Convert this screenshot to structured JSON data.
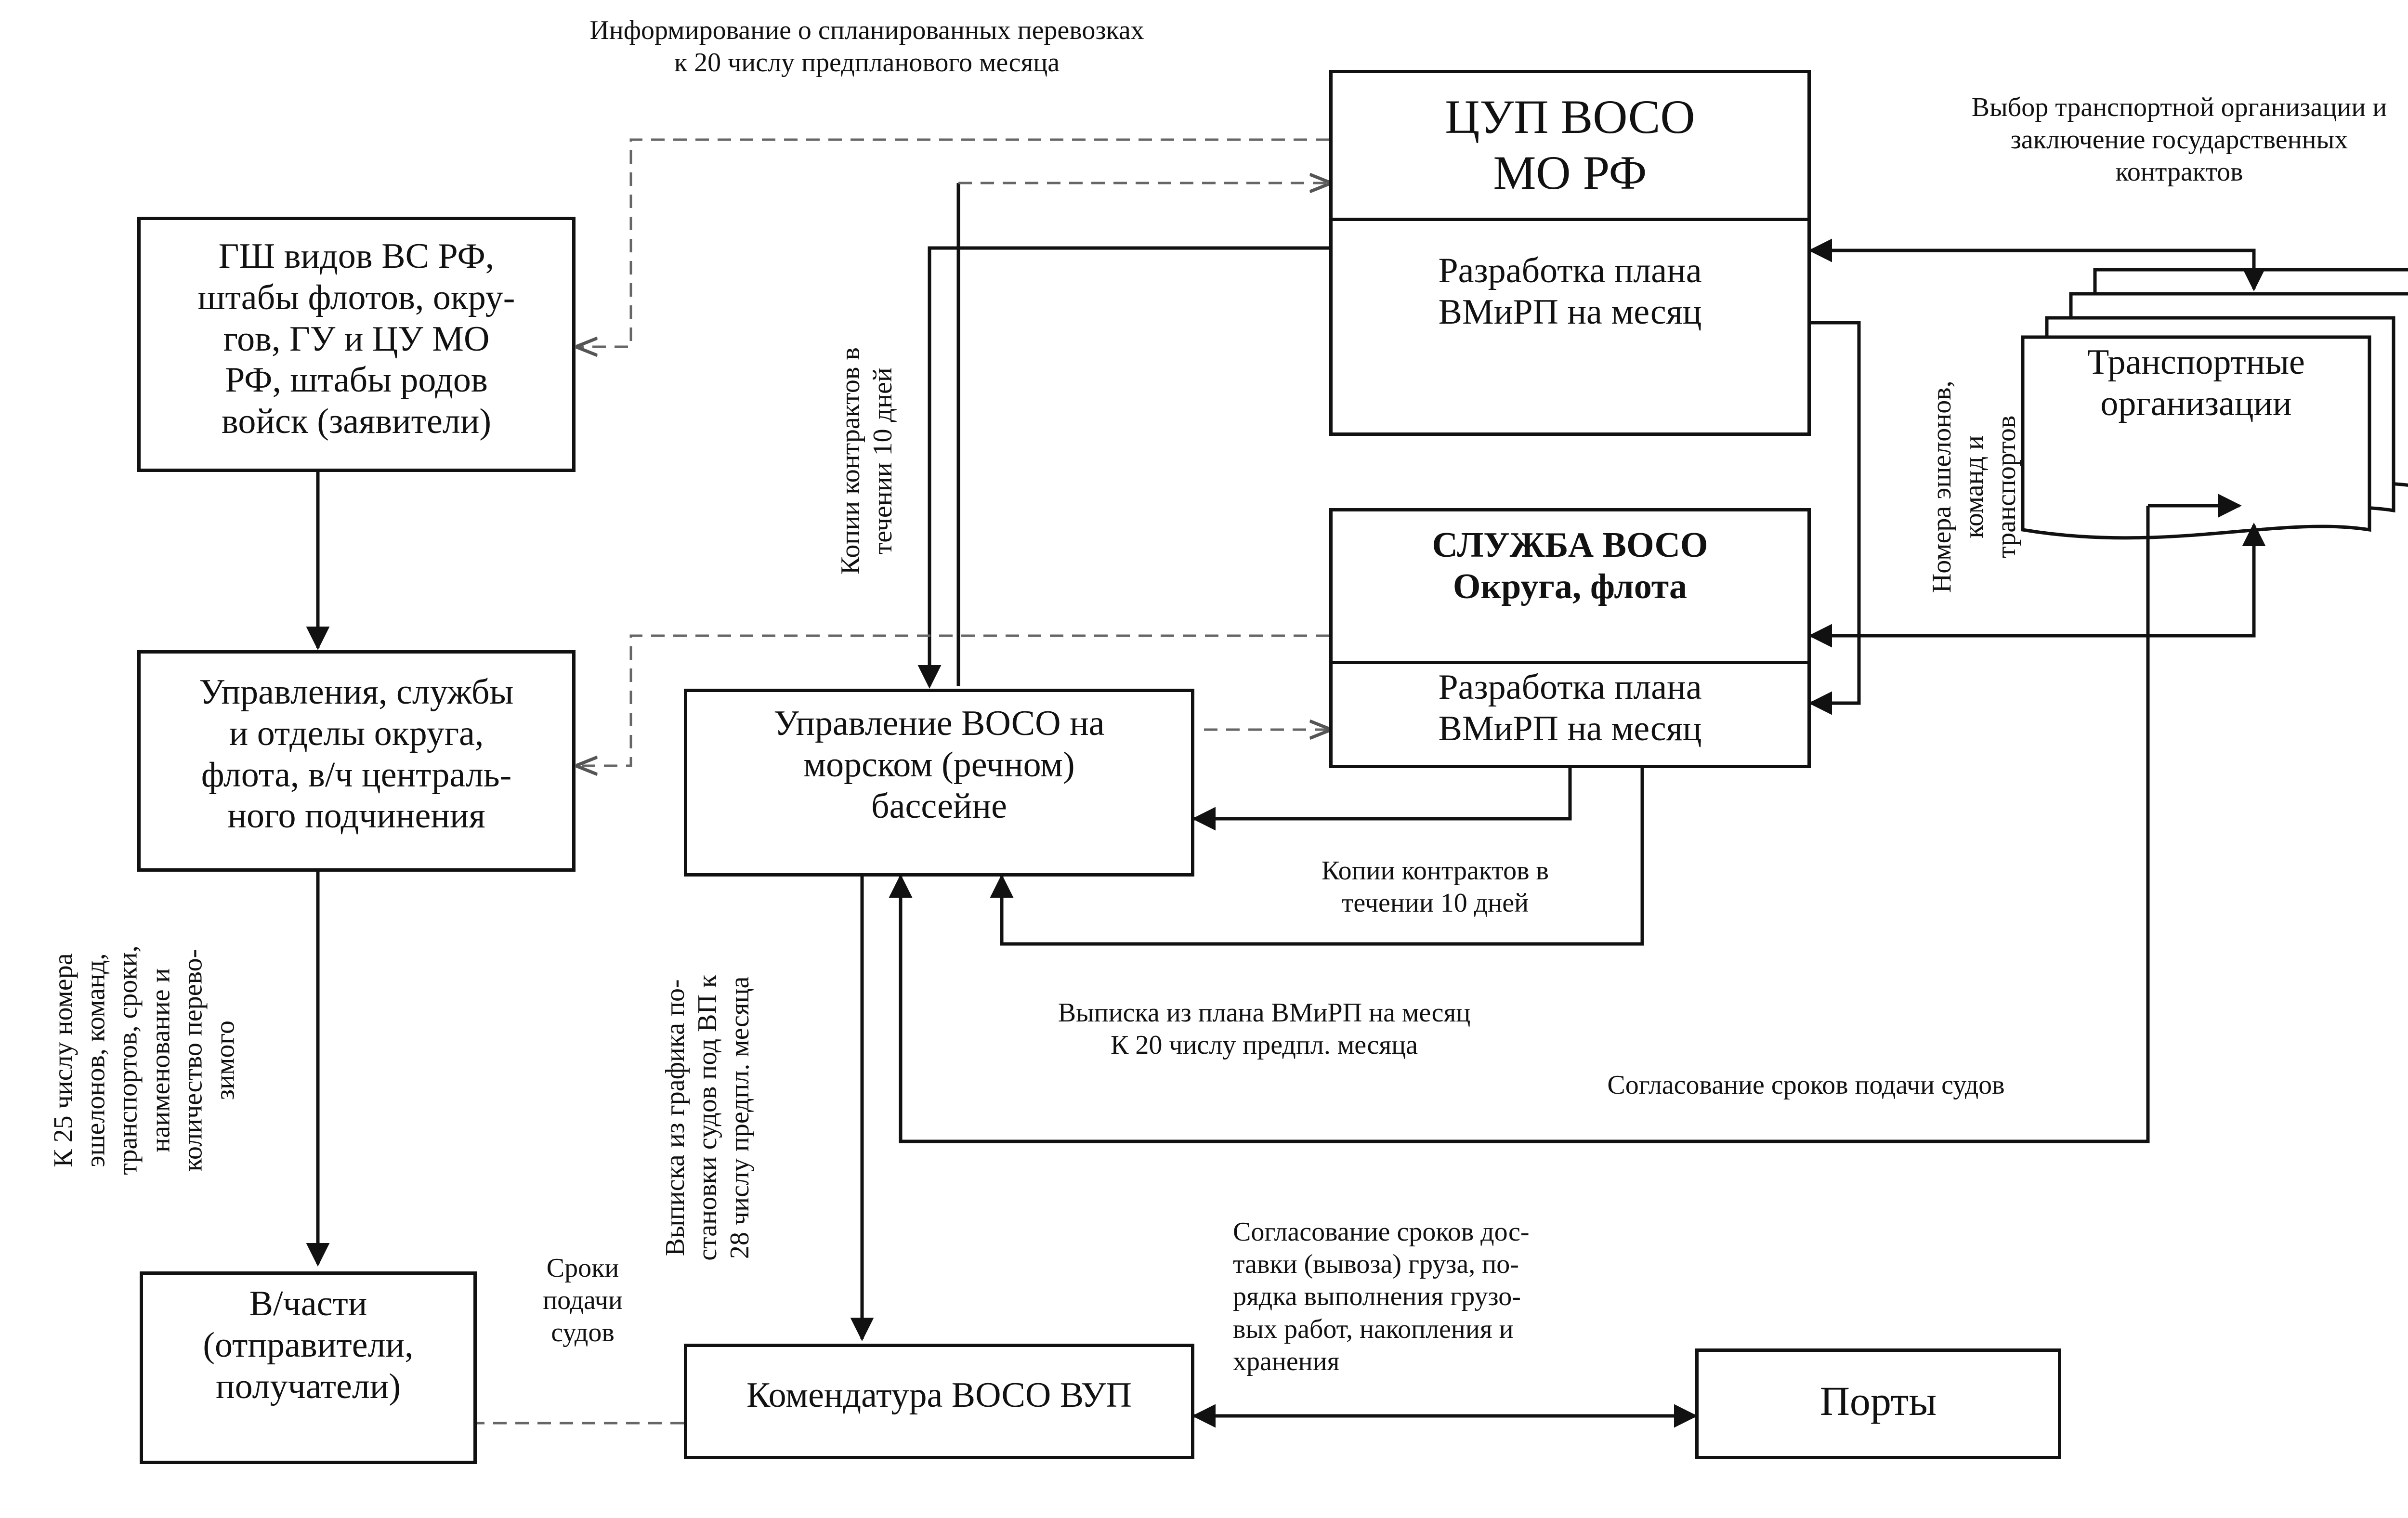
{
  "boxes": {
    "cup_title": "ЦУП ВОСО\nМО РФ",
    "cup_plan": "Разработка плана\nВМиРП на месяц",
    "gsh": "ГШ видов ВС РФ,\nштабы флотов, окру-\nгов, ГУ и ЦУ МО\nРФ, штабы родов\nвойск (заявители)",
    "uprav": "Управления, службы\nи отделы округа,\nфлота, в/ч централь-\nного подчинения",
    "sluzhba_title": "СЛУЖБА ВОСО\nОкруга, флота",
    "sluzhba_plan": "Разработка плана\nВМиРП на месяц",
    "upr_voso": "Управление ВОСО на\nморском (речном)\nбассейне",
    "transport": "Транспортные\nорганизации",
    "vchasti": "В/части\n(отправители,\nполучатели)",
    "komend": "Комендатура ВОСО ВУП",
    "porty": "Порты"
  },
  "labels": {
    "inform": "Информирование о спланированных перевозках\nк 20 числу предпланового месяца",
    "vybor": "Выбор транспортной организации и\nзаключение государственных\nконтрактов",
    "kopii1": "Копии контрактов в\nтечении 10 дней",
    "nomera": "Номера эшелонов,\nкоманд и\nтранспортов",
    "kopii2": "Копии контрактов в\nтечении 10 дней",
    "vypiska_plan": "Выписка из плана ВМиРП на месяц\nК 20 числу предпл. месяца",
    "soglas_sudov": "Согласование сроков подачи судов",
    "k25": "К 25 числу номера\nэшелонов, команд,\nтранспортов, сроки,\nнаименование и\nколичество перево-\nзимого",
    "vypiska_grafik": "Выписка из графика по-\nстановки судов под ВП к\n28 числу предпл. месяца",
    "sroki": "Сроки\nподачи\nсудов",
    "soglas_dost": "Согласование сроков дос-\nтавки (вывоза) груза, по-\nрядка выполнения грузо-\nвых работ, накопления и\nхранения"
  }
}
